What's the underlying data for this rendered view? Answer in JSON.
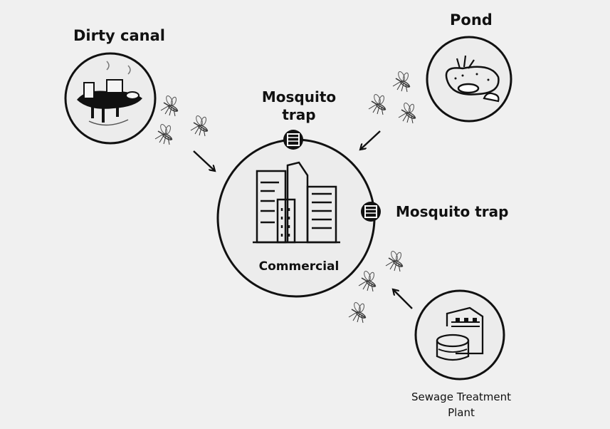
{
  "nodes": {
    "dirty_canal": {
      "label": "Dirty canal",
      "icon": "dirty-canal-icon"
    },
    "pond": {
      "label": "Pond",
      "icon": "pond-icon"
    },
    "sewage_plant": {
      "label_line1": "Sewage Treatment",
      "label_line2": "Plant",
      "icon": "factory-tank-icon"
    },
    "commercial": {
      "label": "Commercial",
      "icon": "buildings-icon"
    }
  },
  "traps": {
    "top": {
      "label_line1": "Mosquito",
      "label_line2": "trap",
      "icon": "mosquito-trap-icon"
    },
    "right": {
      "label": "Mosquito trap",
      "icon": "mosquito-trap-icon"
    }
  },
  "colors": {
    "background": "#f0f0f0",
    "stroke": "#111111",
    "circle_fill": "#ececec"
  }
}
